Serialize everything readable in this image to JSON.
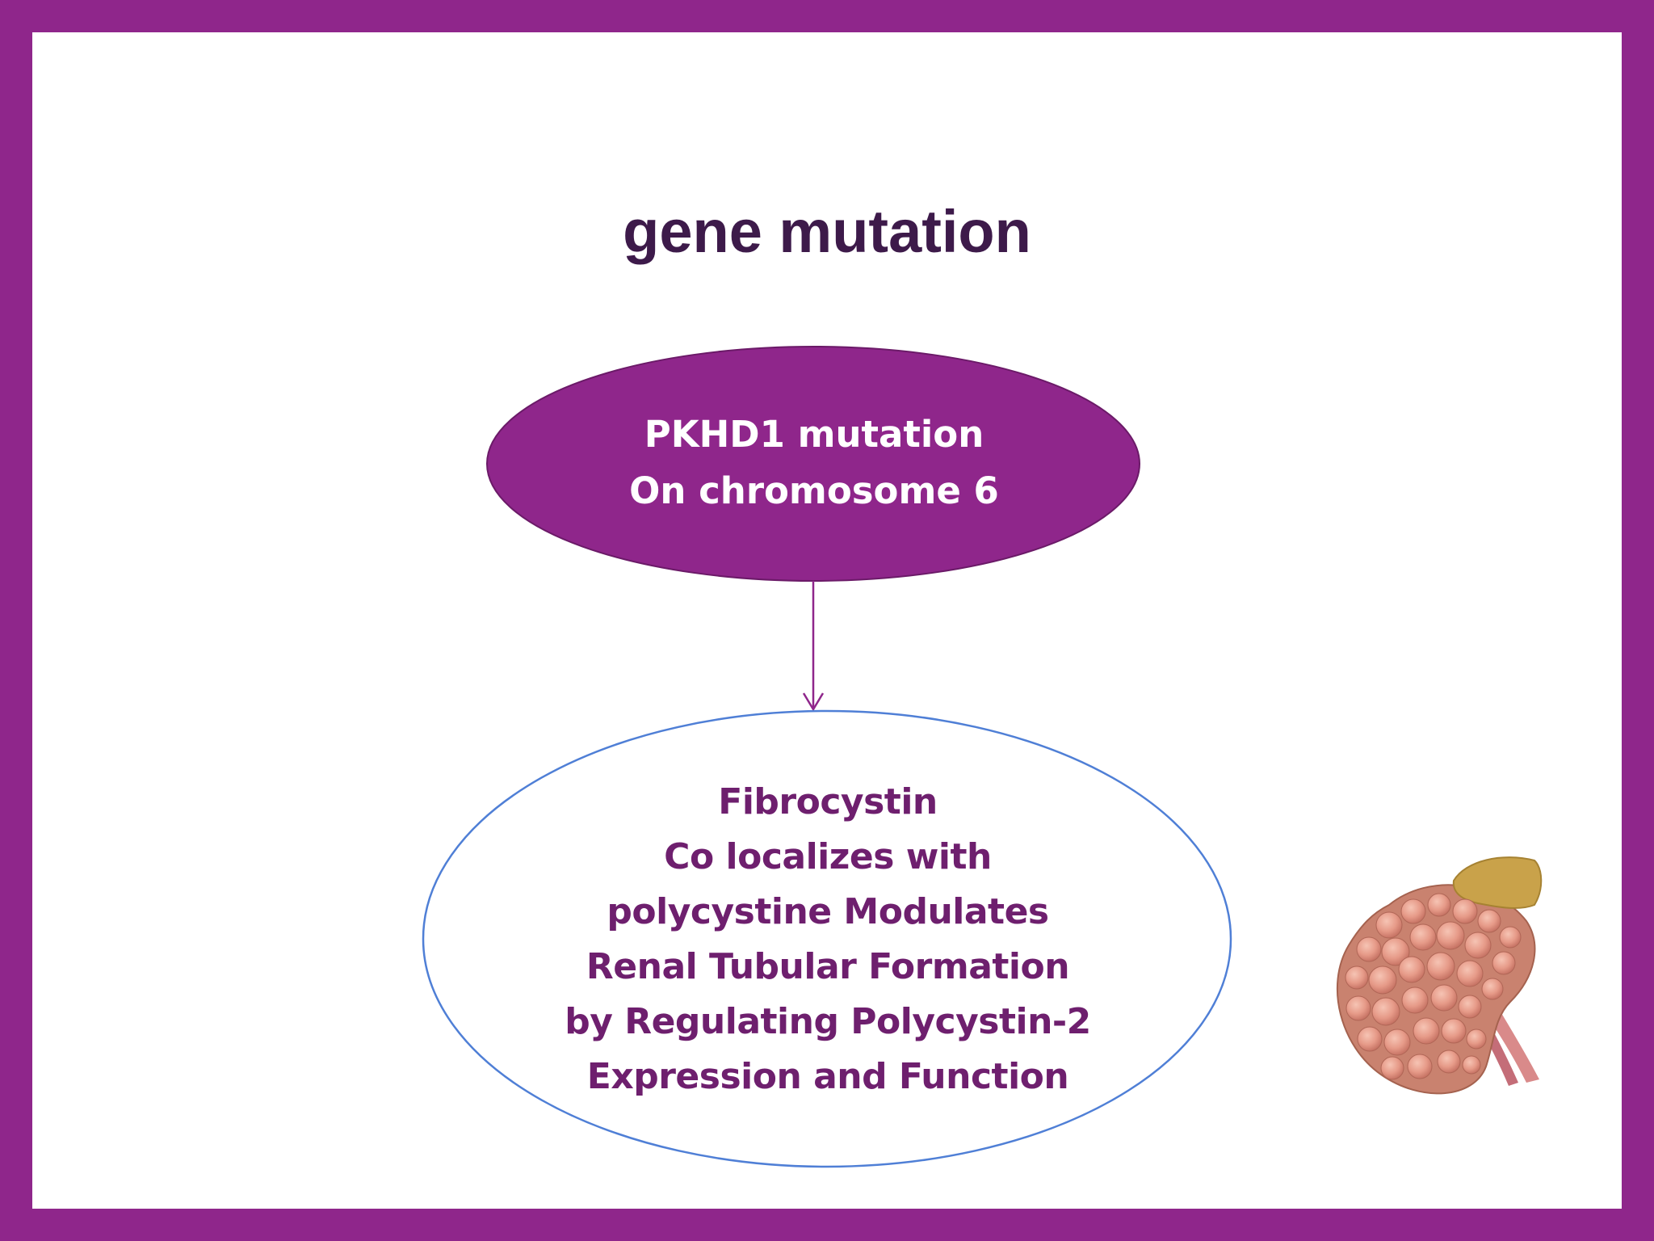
{
  "slide": {
    "title": "gene mutation",
    "colors": {
      "frame": "#8f268b",
      "title": "#3d1a4a",
      "top_node_fill": "#8f268b",
      "bottom_node_border": "#4f7fd6",
      "bottom_node_text": "#6e1f6e"
    }
  },
  "diagram": {
    "top_node": {
      "lines": [
        "PKHD1 mutation",
        "On chromosome 6"
      ]
    },
    "bottom_node": {
      "lines": [
        "Fibrocystin",
        "Co localizes with",
        "polycystine Modulates",
        "Renal Tubular Formation",
        "by Regulating Polycystin-2",
        "Expression and Function"
      ]
    },
    "illustration": "polycystic-kidney-image"
  }
}
